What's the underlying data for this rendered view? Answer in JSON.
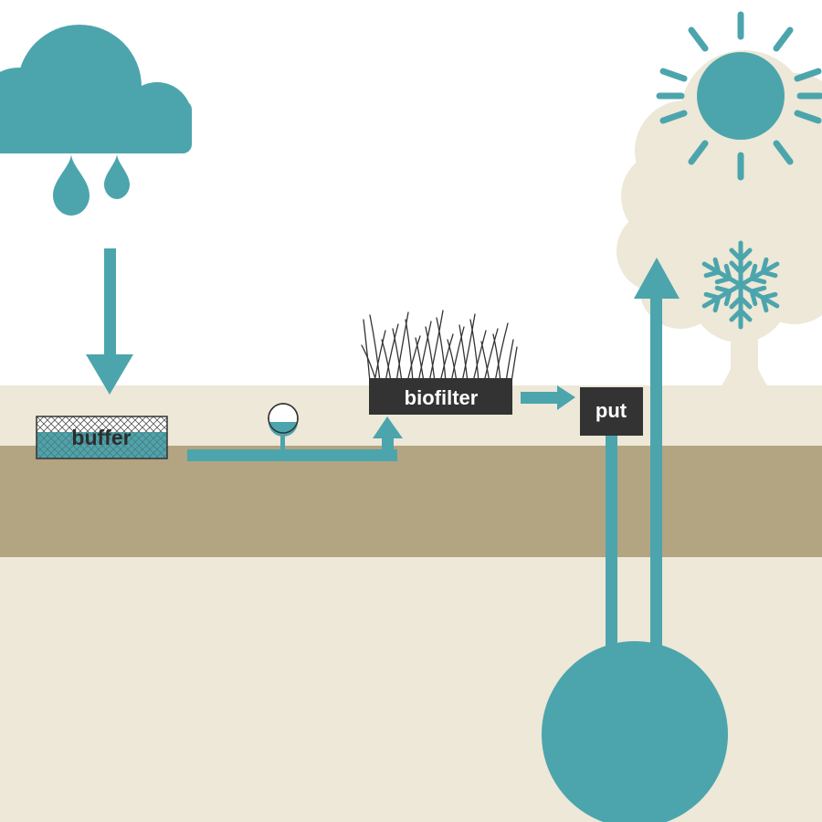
{
  "labels": {
    "buffer": "buffer",
    "biofilter": "biofilter",
    "put": "put"
  },
  "icons": {
    "rain": "rain-cloud-icon",
    "sun": "sun-icon",
    "snow": "snowflake-icon",
    "tree": "tree-icon",
    "grass": "grass-icon",
    "sensor": "water-level-sensor-icon"
  },
  "colors": {
    "teal": "#4ca5ad",
    "ground_light": "#ede8d7",
    "soil": "#b3a482",
    "label_box": "#333333",
    "label_text": "#ffffff",
    "tree": "#ede8d7",
    "sky": "#ffffff"
  }
}
